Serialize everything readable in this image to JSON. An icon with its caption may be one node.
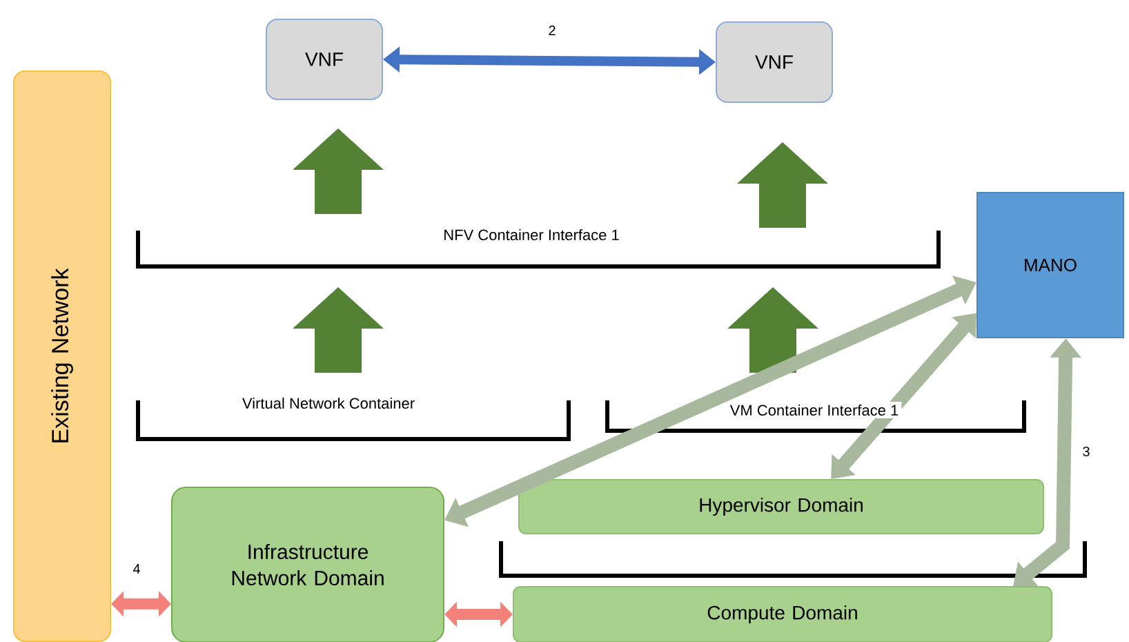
{
  "diagram": {
    "nodes": [
      {
        "text": [
          "Existing Network"
        ]
      },
      {
        "text": [
          "VNF"
        ]
      },
      {
        "text": [
          "VNF"
        ]
      },
      {
        "text": [
          "MANO"
        ]
      },
      {
        "text": [
          "Infrastructure Network Domain"
        ]
      },
      {
        "text": [
          "Hypervisor Domain"
        ]
      },
      {
        "text": [
          "Compute Domain"
        ]
      }
    ],
    "edges": [
      {
        "from": 1,
        "to": 2,
        "arrow": "both",
        "label": "2",
        "color": "#4472c4"
      },
      {
        "from": 3,
        "to": 4,
        "arrow": "both"
      },
      {
        "from": 3,
        "to": 5,
        "arrow": "both"
      },
      {
        "from": 3,
        "to": 6,
        "arrow": "both",
        "label": "3"
      },
      {
        "from": 0,
        "to": 4,
        "arrow": "both",
        "label": "4",
        "color": "#f4817a"
      },
      {
        "from": 4,
        "to": 6,
        "arrow": "both",
        "color": "#f4817a"
      }
    ],
    "labels": [
      "NFV Container Interface 1",
      "Virtual Network Container",
      "VM Container Interface 1"
    ]
  }
}
